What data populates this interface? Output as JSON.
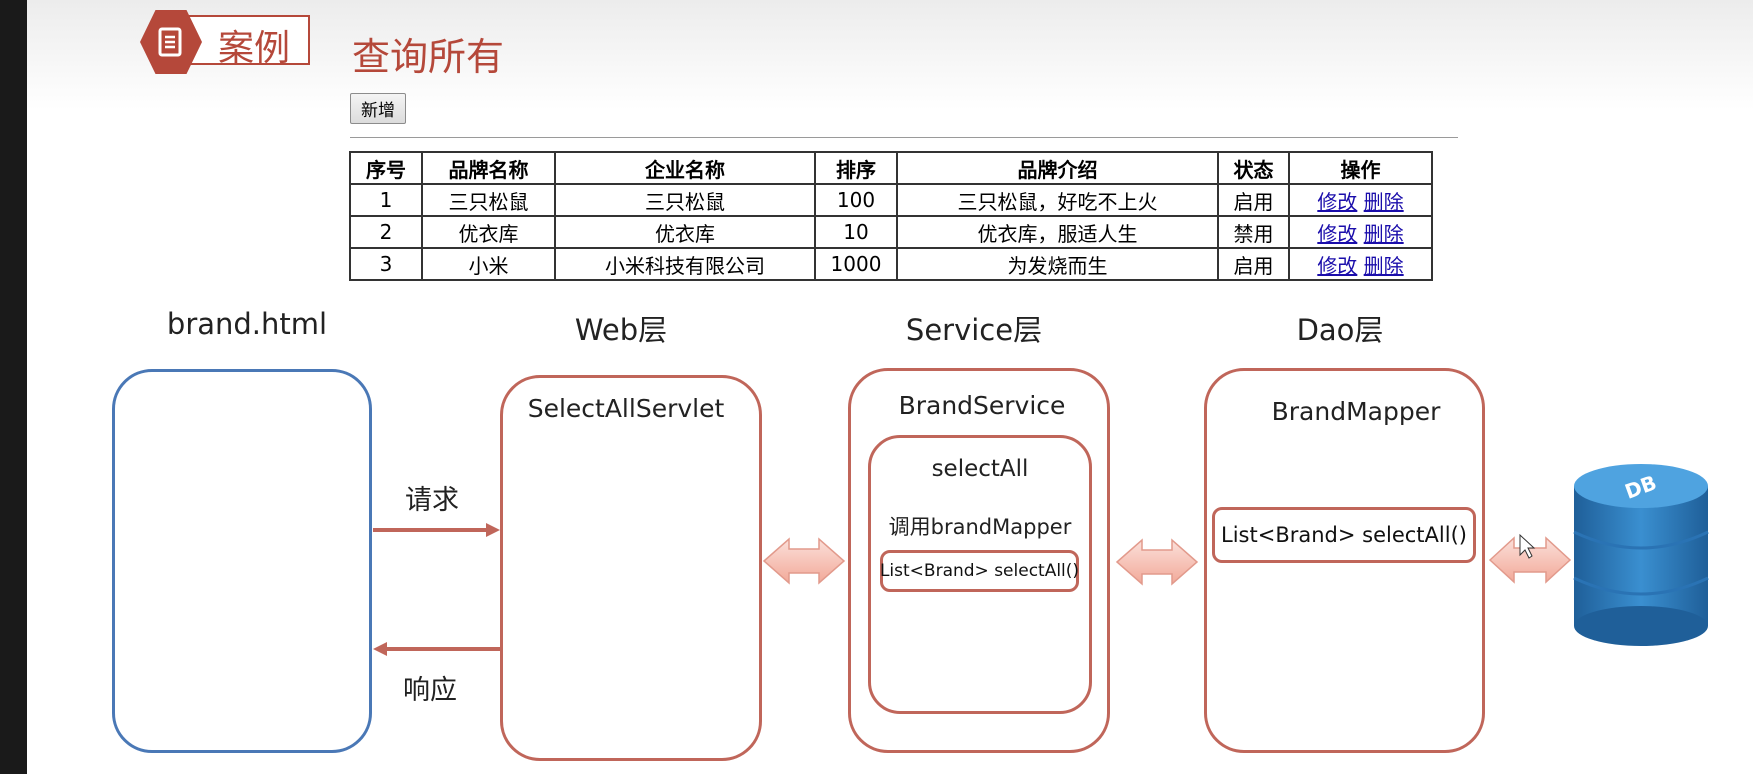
{
  "header": {
    "badge_label": "案例",
    "title": "查询所有"
  },
  "page": {
    "add_button": "新增",
    "table": {
      "headers": [
        "序号",
        "品牌名称",
        "企业名称",
        "排序",
        "品牌介绍",
        "状态",
        "操作"
      ],
      "rows": [
        [
          "1",
          "三只松鼠",
          "三只松鼠",
          "100",
          "三只松鼠，好吃不上火",
          "启用"
        ],
        [
          "2",
          "优衣库",
          "优衣库",
          "10",
          "优衣库，服适人生",
          "禁用"
        ],
        [
          "3",
          "小米",
          "小米科技有限公司",
          "1000",
          "为发烧而生",
          "启用"
        ]
      ],
      "edit_label": "修改",
      "delete_label": "删除"
    }
  },
  "diagram": {
    "columns": [
      "brand.html",
      "Web层",
      "Service层",
      "Dao层"
    ],
    "servlet": "SelectAllServlet",
    "service": {
      "title": "BrandService",
      "method": "selectAll",
      "call": "调用brandMapper",
      "signature": "List<Brand> selectAll()"
    },
    "mapper": {
      "title": "BrandMapper",
      "signature": "List<Brand> selectAll()"
    },
    "request_label": "请求",
    "response_label": "响应",
    "db_label": "DB"
  },
  "colors": {
    "accent_red": "#b5483a",
    "box_red": "#c0665a",
    "box_blue": "#4a78b6",
    "db_blue": "#2f7fc1",
    "arrow_fill": "#f6c7bd"
  }
}
